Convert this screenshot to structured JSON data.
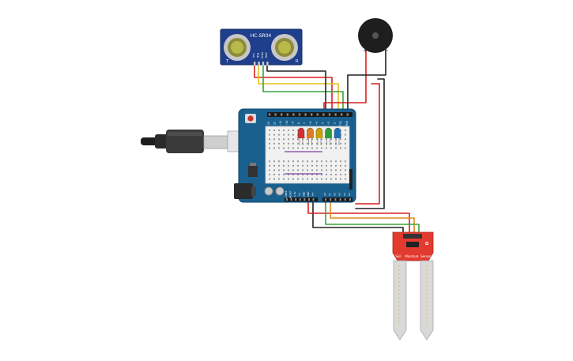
{
  "sensor": {
    "model": "HC-SR04",
    "pins": [
      "Vcc",
      "Trig",
      "Echo",
      "Gnd"
    ],
    "side_label_left": "T",
    "side_label_right": "R"
  },
  "buzzer": {
    "plus": "+",
    "minus": "-"
  },
  "soil": {
    "label_1": "Soil",
    "label_2": "Moisture",
    "label_3": "Sensor"
  },
  "arduino": {
    "digital_header": [
      "13",
      "12",
      "~11",
      "~10",
      "~9",
      "8",
      "7",
      "~6",
      "~5",
      "4",
      "~3",
      "2",
      "TX1",
      "RX0"
    ],
    "power_header": [
      "IOREF",
      "RESET",
      "3.3V",
      "5V",
      "GND",
      "GND",
      "Vin"
    ],
    "analog_header": [
      "A0",
      "A1",
      "A2",
      "A3",
      "A4",
      "A5"
    ]
  },
  "leds": {
    "colors": [
      "#d32f2f",
      "#e07b1f",
      "#c9a400",
      "#2e9d3a",
      "#1f6fb5"
    ]
  },
  "wire_colors": {
    "red": "#d92020",
    "black": "#222222",
    "green": "#3aa23a",
    "orange": "#e08a1e",
    "yellow": "#e0c21e",
    "blue": "#2f6fd0",
    "white": "#dddddd"
  }
}
